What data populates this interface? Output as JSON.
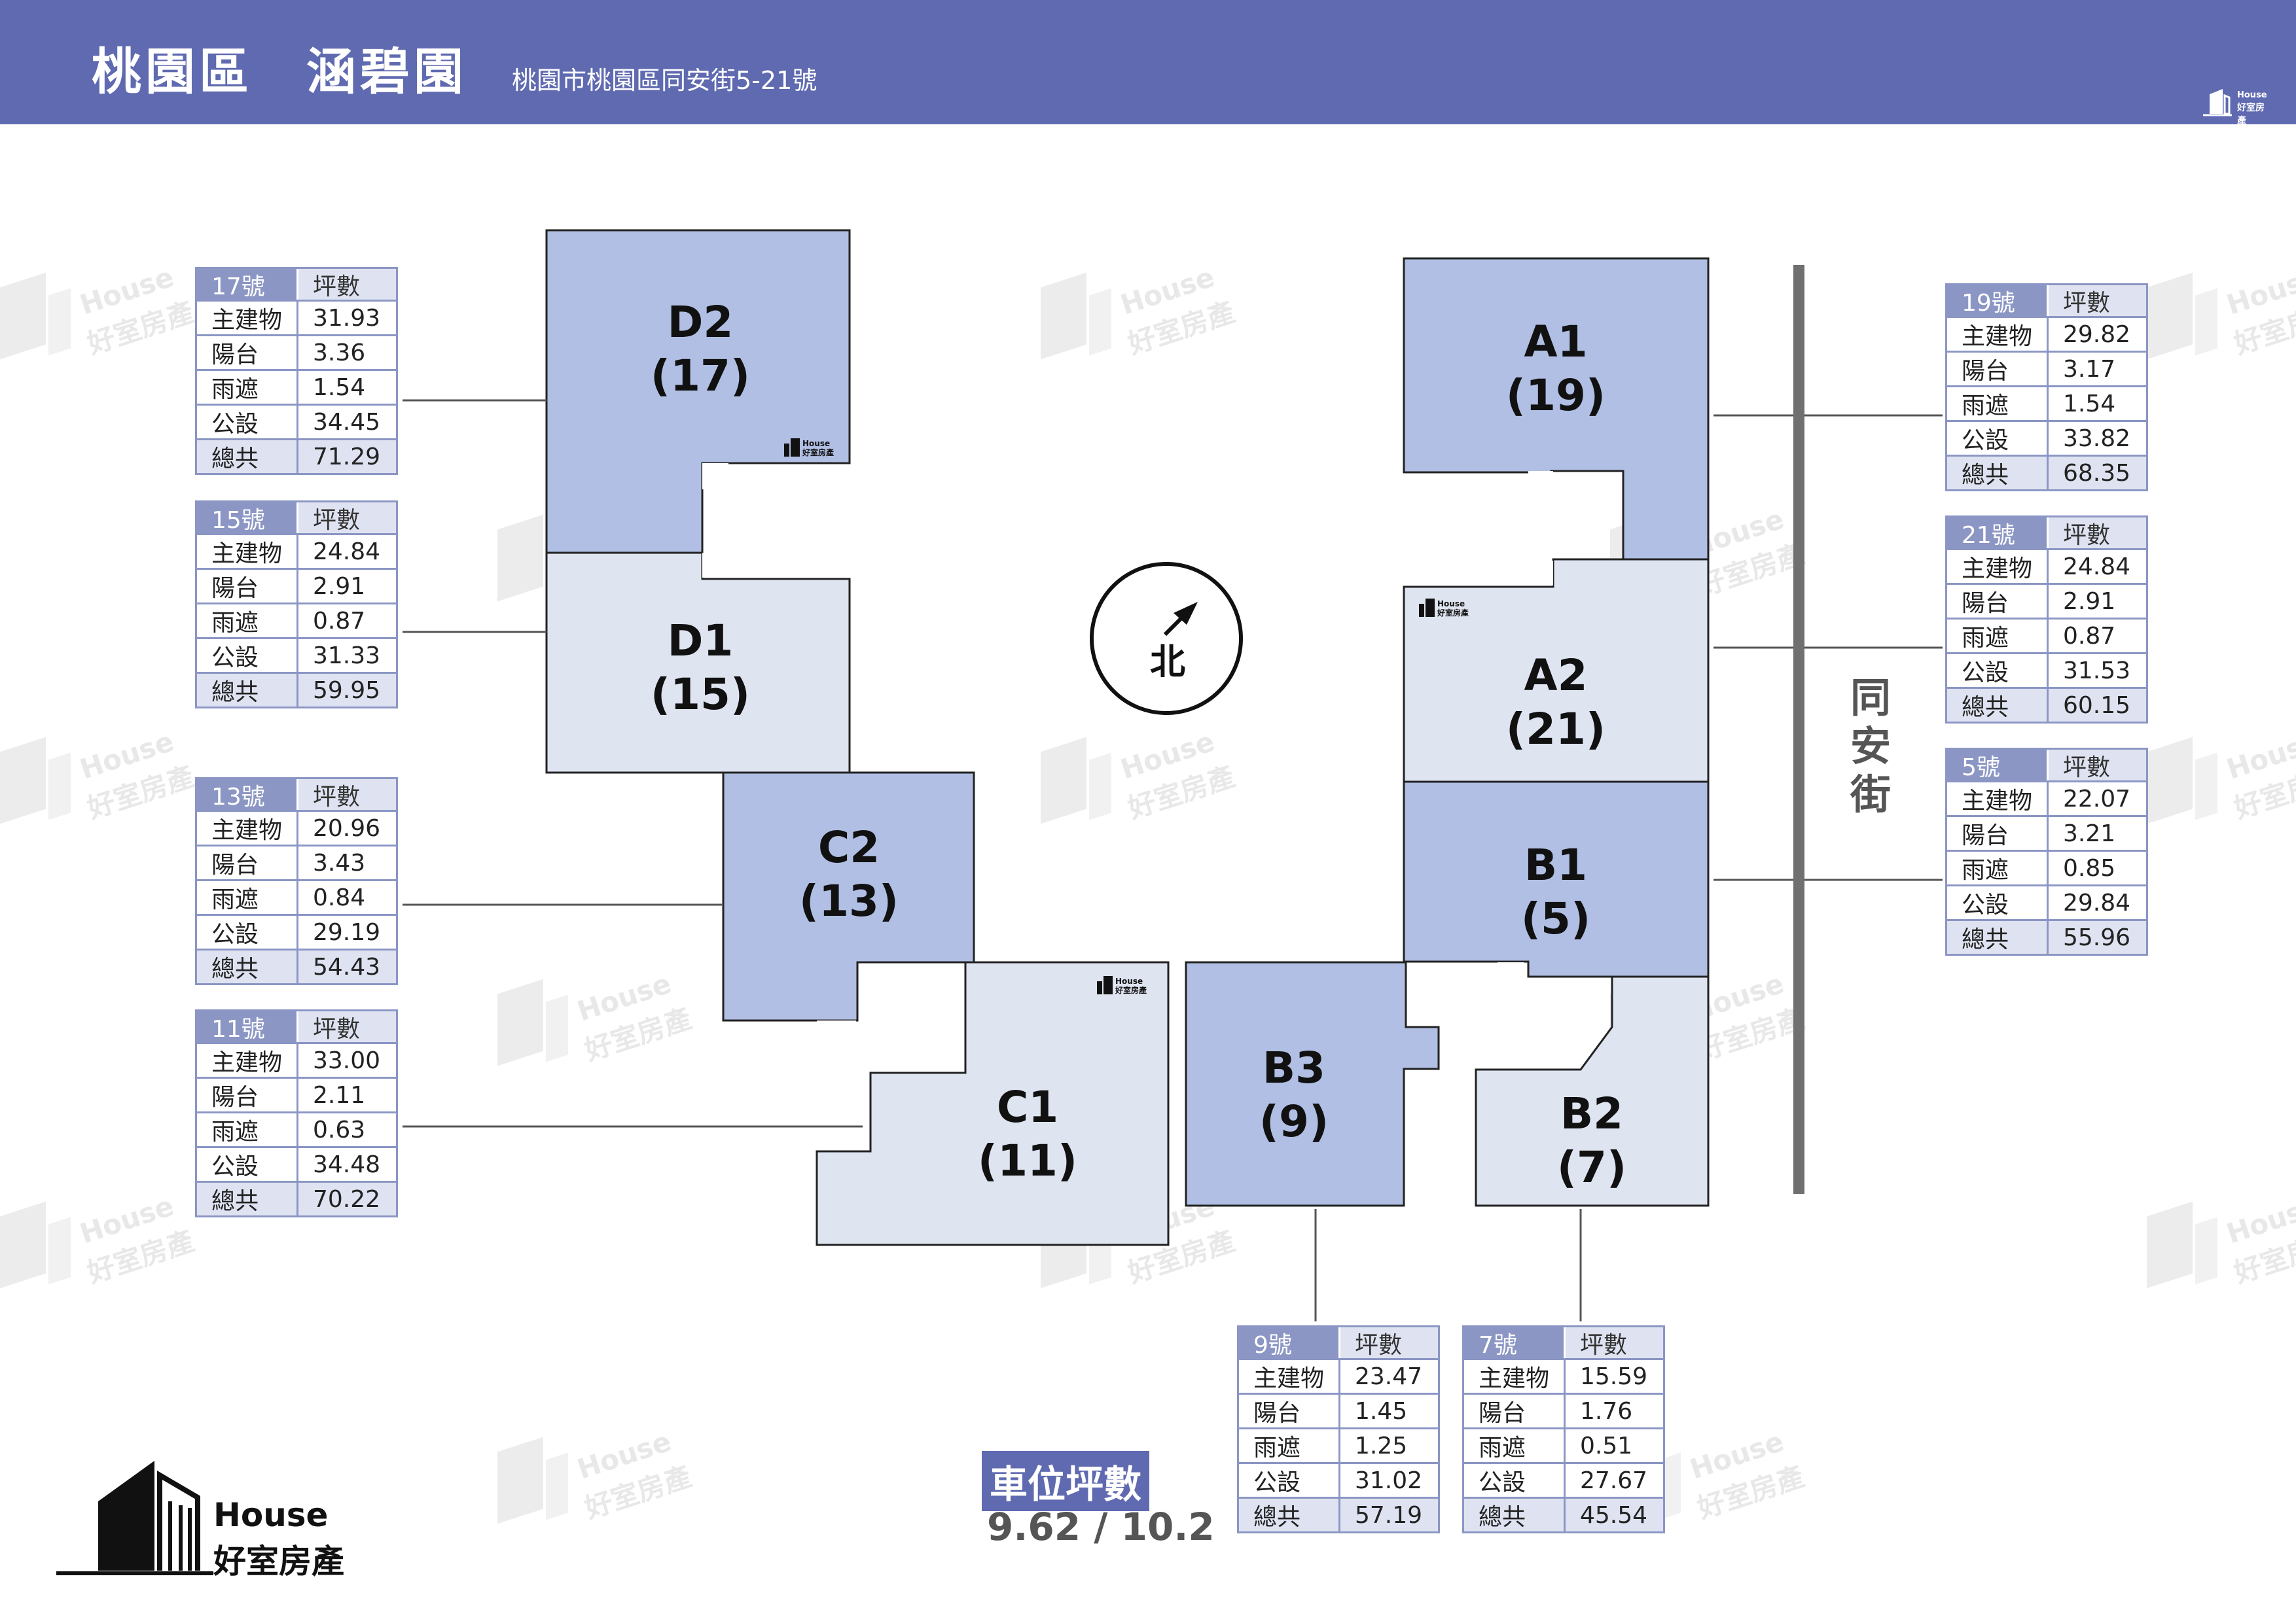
{
  "header": {
    "title": "桃園區　涵碧園",
    "address": "桃園市桃園區同安街5-21號"
  },
  "brand": {
    "line1": "House",
    "line2": "好室房產"
  },
  "watermark": {
    "line1": "House",
    "line2": "好室房產"
  },
  "compass": {
    "label": "北"
  },
  "street": {
    "name": "同安街"
  },
  "parking": {
    "label": "車位坪數",
    "value": "9.62 / 10.2"
  },
  "colors": {
    "header": "#5f6ab0",
    "dark_unit": "#b0bfe3",
    "light_unit": "#dfe4f1",
    "table_border": "#8b96c4"
  },
  "units": [
    {
      "id": "D2",
      "no": "(17)"
    },
    {
      "id": "D1",
      "no": "(15)"
    },
    {
      "id": "C2",
      "no": "(13)"
    },
    {
      "id": "C1",
      "no": "(11)"
    },
    {
      "id": "B3",
      "no": "(9)"
    },
    {
      "id": "B2",
      "no": "(7)"
    },
    {
      "id": "B1",
      "no": "(5)"
    },
    {
      "id": "A2",
      "no": "(21)"
    },
    {
      "id": "A1",
      "no": "(19)"
    }
  ],
  "tables": [
    {
      "title": "17號",
      "col": "坪數",
      "rows": [
        [
          "主建物",
          "31.93"
        ],
        [
          "陽台",
          "3.36"
        ],
        [
          "雨遮",
          "1.54"
        ],
        [
          "公設",
          "34.45"
        ],
        [
          "總共",
          "71.29"
        ]
      ]
    },
    {
      "title": "15號",
      "col": "坪數",
      "rows": [
        [
          "主建物",
          "24.84"
        ],
        [
          "陽台",
          "2.91"
        ],
        [
          "雨遮",
          "0.87"
        ],
        [
          "公設",
          "31.33"
        ],
        [
          "總共",
          "59.95"
        ]
      ]
    },
    {
      "title": "13號",
      "col": "坪數",
      "rows": [
        [
          "主建物",
          "20.96"
        ],
        [
          "陽台",
          "3.43"
        ],
        [
          "雨遮",
          "0.84"
        ],
        [
          "公設",
          "29.19"
        ],
        [
          "總共",
          "54.43"
        ]
      ]
    },
    {
      "title": "11號",
      "col": "坪數",
      "rows": [
        [
          "主建物",
          "33.00"
        ],
        [
          "陽台",
          "2.11"
        ],
        [
          "雨遮",
          "0.63"
        ],
        [
          "公設",
          "34.48"
        ],
        [
          "總共",
          "70.22"
        ]
      ]
    },
    {
      "title": "19號",
      "col": "坪數",
      "rows": [
        [
          "主建物",
          "29.82"
        ],
        [
          "陽台",
          "3.17"
        ],
        [
          "雨遮",
          "1.54"
        ],
        [
          "公設",
          "33.82"
        ],
        [
          "總共",
          "68.35"
        ]
      ]
    },
    {
      "title": "21號",
      "col": "坪數",
      "rows": [
        [
          "主建物",
          "24.84"
        ],
        [
          "陽台",
          "2.91"
        ],
        [
          "雨遮",
          "0.87"
        ],
        [
          "公設",
          "31.53"
        ],
        [
          "總共",
          "60.15"
        ]
      ]
    },
    {
      "title": "5號",
      "col": "坪數",
      "rows": [
        [
          "主建物",
          "22.07"
        ],
        [
          "陽台",
          "3.21"
        ],
        [
          "雨遮",
          "0.85"
        ],
        [
          "公設",
          "29.84"
        ],
        [
          "總共",
          "55.96"
        ]
      ]
    },
    {
      "title": "9號",
      "col": "坪數",
      "rows": [
        [
          "主建物",
          "23.47"
        ],
        [
          "陽台",
          "1.45"
        ],
        [
          "雨遮",
          "1.25"
        ],
        [
          "公設",
          "31.02"
        ],
        [
          "總共",
          "57.19"
        ]
      ]
    },
    {
      "title": "7號",
      "col": "坪數",
      "rows": [
        [
          "主建物",
          "15.59"
        ],
        [
          "陽台",
          "1.76"
        ],
        [
          "雨遮",
          "0.51"
        ],
        [
          "公設",
          "27.67"
        ],
        [
          "總共",
          "45.54"
        ]
      ]
    }
  ]
}
